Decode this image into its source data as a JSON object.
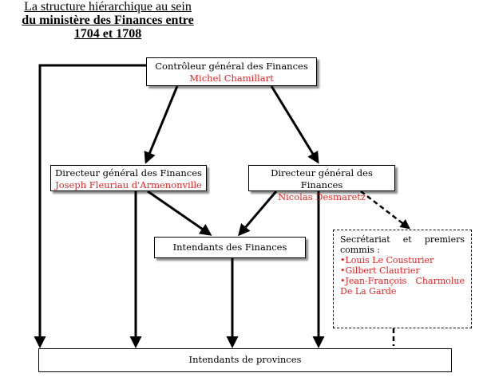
{
  "title": {
    "line1": "La structure hiérarchique au sein",
    "line2": "du ministère des Finances entre",
    "line3": "1704 et 1708"
  },
  "nodes": {
    "controleur": {
      "role": "Contrôleur général des Finances",
      "name": "Michel Chamillart"
    },
    "directeur_1": {
      "role": "Directeur général des Finances",
      "name": "Joseph Fleuriau d'Armenonville"
    },
    "directeur_2": {
      "role": "Directeur général des Finances",
      "name": "Nicolas Desmaretz"
    },
    "intendants_finances": {
      "role": "Intendants des Finances"
    },
    "intendants_provinces": {
      "role": "Intendants de provinces"
    },
    "secretariat": {
      "heading": "Secrétariat et premiers commis :",
      "bullet": "•",
      "members": [
        "Louis Le Cousturier",
        "Gilbert Clautrier",
        "Jean-François Charmolue De La Garde"
      ]
    }
  },
  "colors": {
    "name_text": "#e32424",
    "lines": "#000000"
  }
}
